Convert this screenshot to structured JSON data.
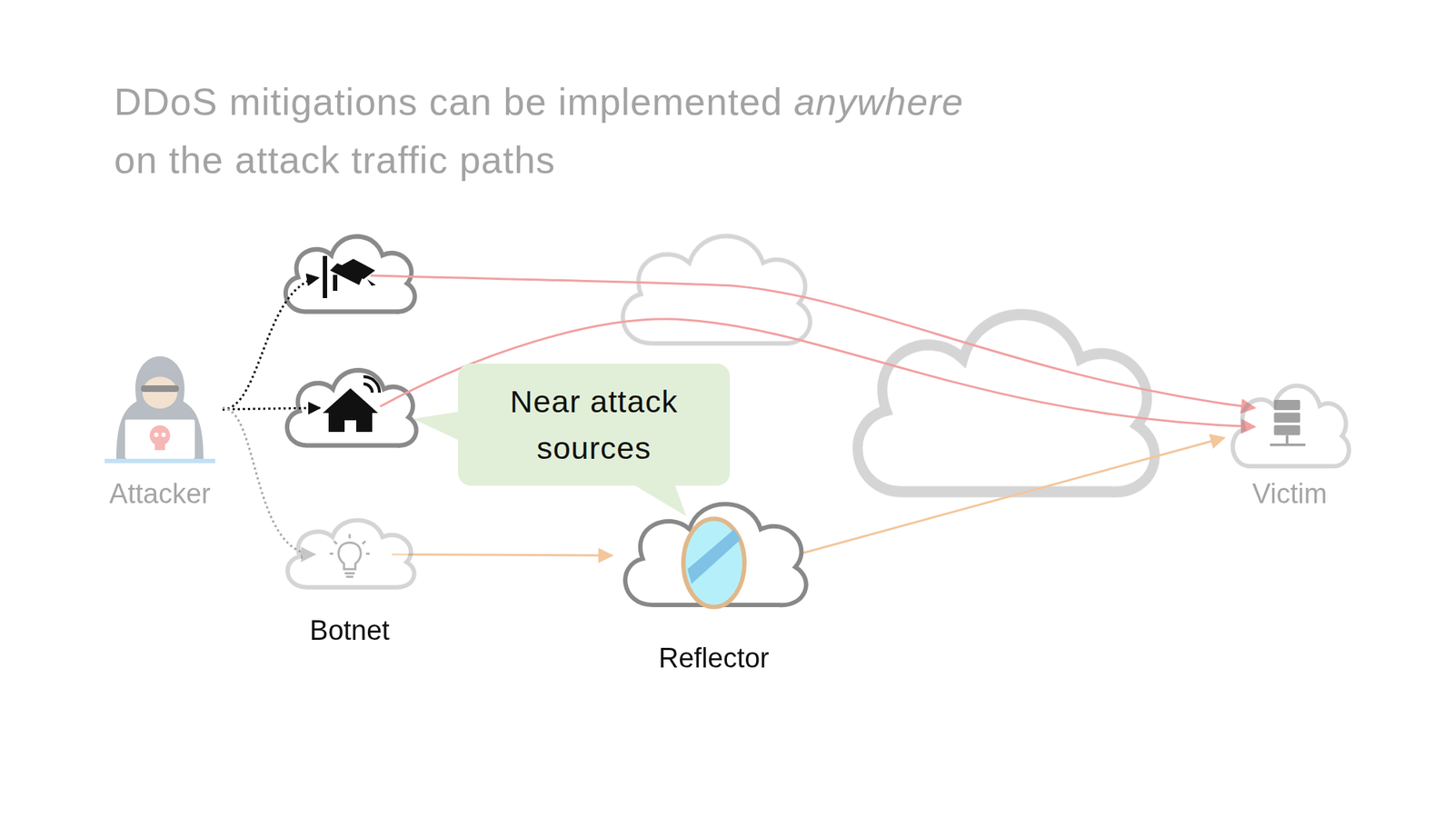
{
  "diagram": {
    "title": "DDoS mitigations can be implemented anywhere on the attack traffic paths",
    "nodes": [
      {
        "text": [
          "Attacker"
        ]
      },
      {
        "text": [
          "Botnet"
        ]
      },
      {
        "text": [
          "Reflector"
        ]
      },
      {
        "text": [
          "Victim"
        ]
      },
      {
        "text": [
          "Near attack sources"
        ]
      }
    ],
    "edges": [
      {
        "from": 0,
        "to": 1,
        "arrow": "to"
      },
      {
        "from": 1,
        "to": 2,
        "arrow": "to"
      },
      {
        "from": 2,
        "to": 3,
        "arrow": "to"
      }
    ]
  }
}
